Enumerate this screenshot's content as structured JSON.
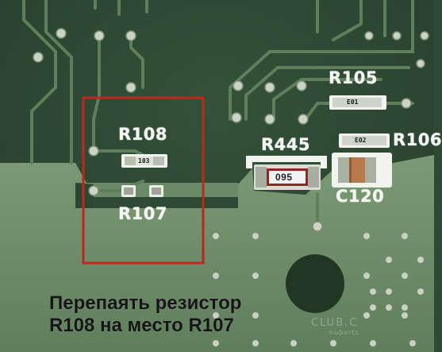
{
  "board": {
    "labels": {
      "r108": "R108",
      "r107": "R107",
      "r105": "R105",
      "r445": "R445",
      "r106": "R106",
      "c120": "C120"
    },
    "chip_codes": {
      "r108": "103",
      "r105": "E01",
      "r106": "E02",
      "r445": "095"
    },
    "colors": {
      "pcb_dark": "#2f4a34",
      "pcb_light": "#6f8c6a",
      "trace": "#6f8c6a",
      "highlight_frame": "#c0261d"
    }
  },
  "caption": {
    "line1": "Перепаять резистор",
    "line2": "R108 на место R107"
  },
  "watermark": {
    "main": "CLUB.C",
    "sub": "nuberts"
  }
}
